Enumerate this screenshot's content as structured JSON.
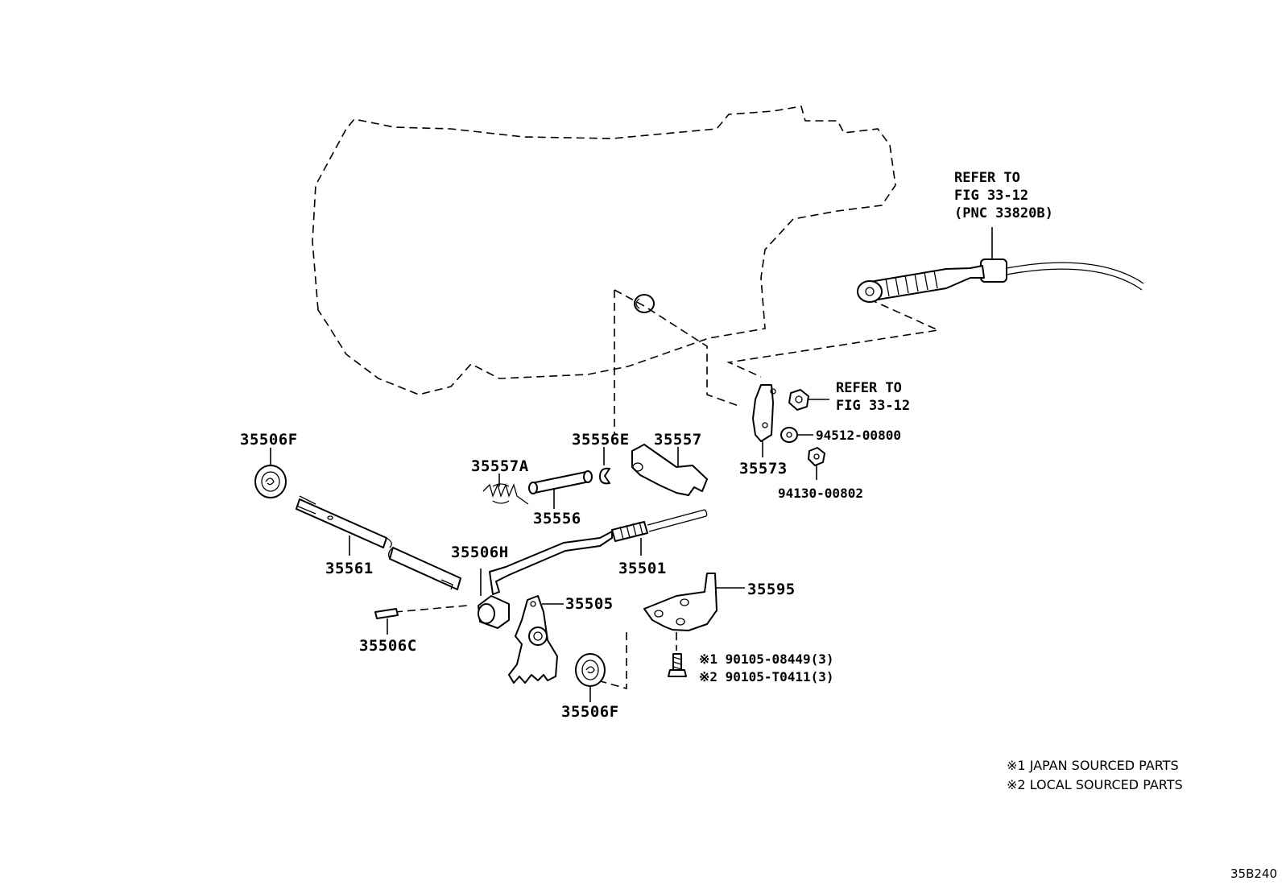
{
  "diagram": {
    "code": "35B240",
    "notes": [
      "※1 JAPAN SOURCED PARTS",
      "※2 LOCAL SOURCED PARTS"
    ],
    "refer_cable": [
      "REFER TO",
      "FIG 33-12",
      "(PNC 33820B)"
    ],
    "refer_nut": [
      "REFER TO",
      "FIG 33-12"
    ],
    "parts": {
      "p35506F_top": "35506F",
      "p35557A": "35557A",
      "p35556E": "35556E",
      "p35557": "35557",
      "p35573": "35573",
      "p94512": "94512-00800",
      "p94130": "94130-00802",
      "p35556": "35556",
      "p35561": "35561",
      "p35506H": "35506H",
      "p35501": "35501",
      "p35595": "35595",
      "p35505": "35505",
      "p35506C": "35506C",
      "p35506F_bottom": "35506F",
      "bolt1": "※1  90105-08449(3)",
      "bolt2": "※2  90105-T0411(3)"
    }
  }
}
